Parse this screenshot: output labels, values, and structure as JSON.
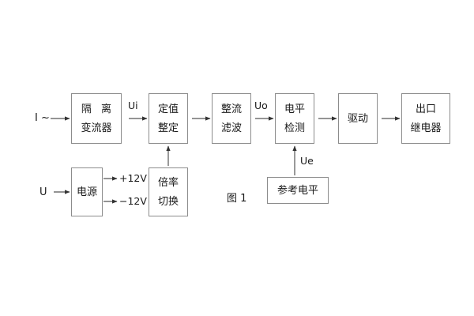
{
  "figure": {
    "caption": "图 1",
    "background_color": "#ffffff",
    "line_color": "#8c8c8c",
    "text_color": "#1a1a1a"
  },
  "blocks": [
    {
      "id": "isolation-ct",
      "lines": [
        "隔 离",
        "变流器"
      ]
    },
    {
      "id": "setting",
      "lines": [
        "定值",
        "整定"
      ]
    },
    {
      "id": "rectifier-filter",
      "lines": [
        "整流",
        "滤波"
      ]
    },
    {
      "id": "level-detect",
      "lines": [
        "电平",
        "检测"
      ]
    },
    {
      "id": "driver",
      "lines": [
        "驱动"
      ]
    },
    {
      "id": "output-relay",
      "lines": [
        "出口",
        "继电器"
      ]
    },
    {
      "id": "power-supply",
      "lines": [
        "电源"
      ]
    },
    {
      "id": "ratio-switch",
      "lines": [
        "倍率",
        "切换"
      ]
    },
    {
      "id": "reference-level",
      "lines": [
        "参考电平"
      ]
    }
  ],
  "signals": {
    "current_input": "I ~",
    "voltage_input": "U",
    "ui": "Ui",
    "uo": "Uo",
    "ue": "Ue",
    "rail_positive": "+12V",
    "rail_negative": "−12V"
  }
}
